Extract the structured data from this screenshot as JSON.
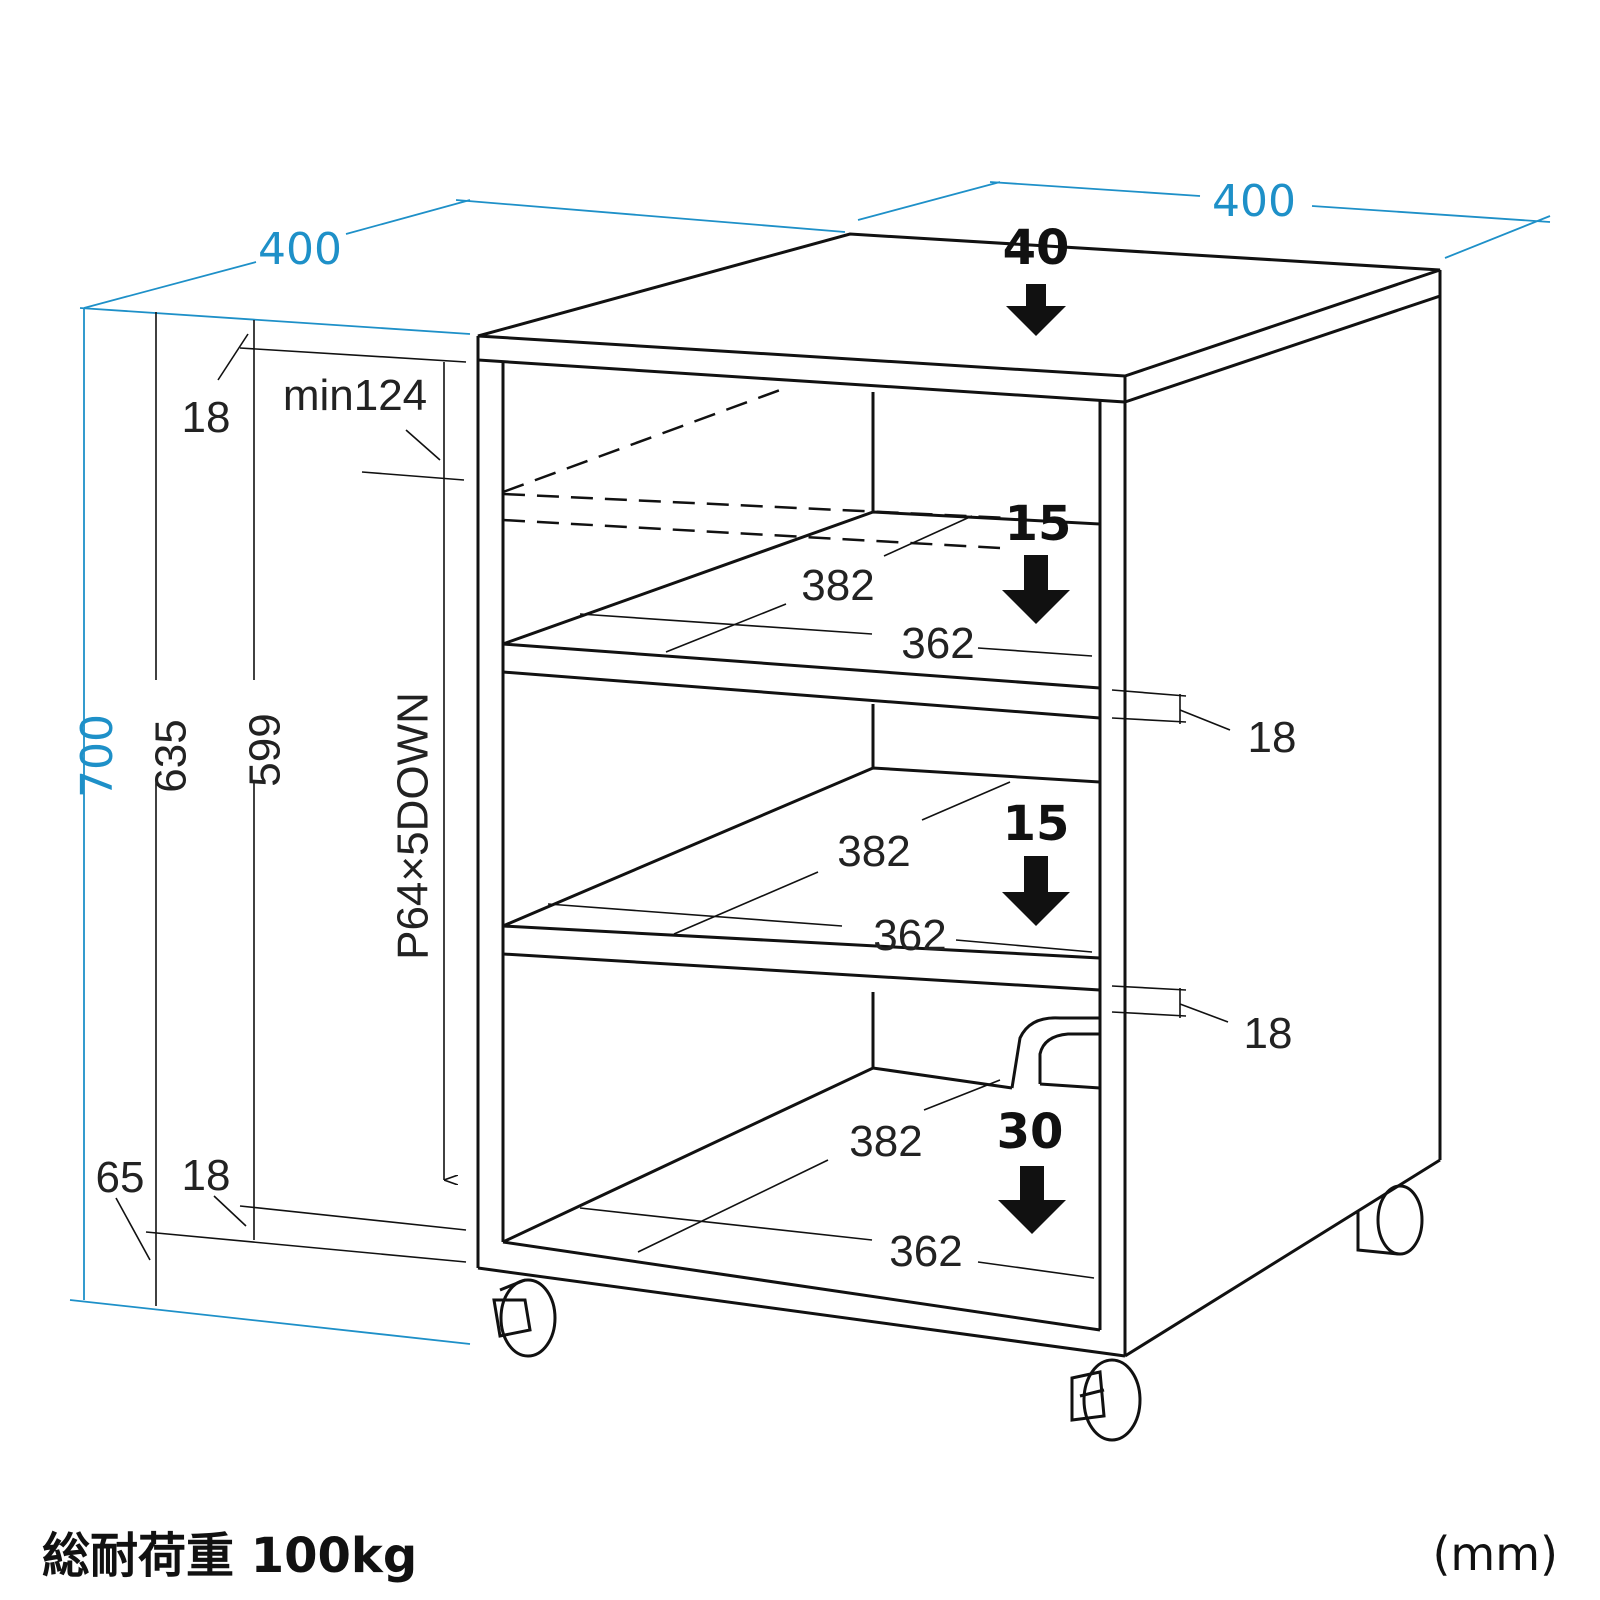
{
  "dimensions": {
    "width": "400",
    "depth": "400",
    "height": "700",
    "inner_height": "635",
    "shelf_span": "599",
    "top_thickness": "18",
    "bottom_thickness": "18",
    "caster_height": "65",
    "min_gap": "min124",
    "pitch": "P64×5DOWN",
    "shelf1_thickness": "18",
    "shelf2_thickness": "18"
  },
  "shelves": [
    {
      "depth": "382",
      "width": "362"
    },
    {
      "depth": "382",
      "width": "362"
    },
    {
      "depth": "382",
      "width": "362"
    }
  ],
  "loads": {
    "top": "40",
    "shelf1": "15",
    "shelf2": "15",
    "bottom": "30"
  },
  "footer": {
    "capacity": "総耐荷重 100kg",
    "unit": "(mm)"
  },
  "colors": {
    "dimension_blue": "#1e90c8",
    "line": "#111111"
  }
}
